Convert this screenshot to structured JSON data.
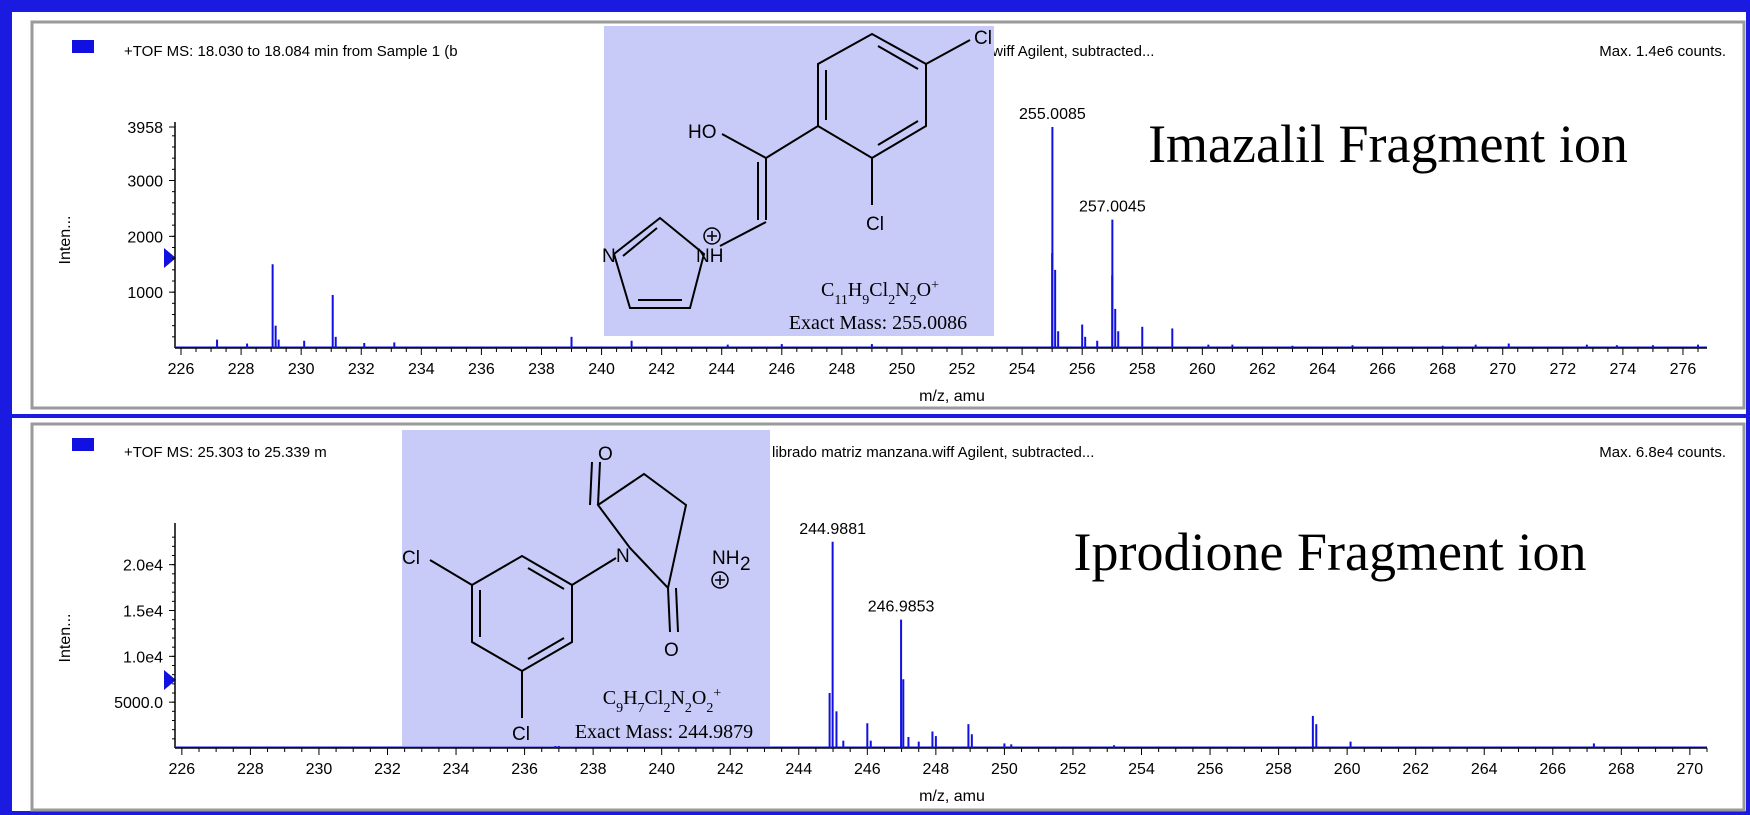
{
  "colors": {
    "accent": "#1a1ae0",
    "spectrum": "#1010e0",
    "structure_bg": "#c8cbf7",
    "panel_bg": "#ffffff"
  },
  "panels": [
    {
      "header": "+TOF MS: 18.030 to 18.084 min from Sample 1 (b",
      "header_tail": ".wiff Agilent, subtracted...",
      "max_label": "Max. 1.4e6 counts.",
      "big_label": "Imazalil Fragment ion",
      "formula_html": "C<tspan baseline-shift=\"sub\" font-size=\"14\">11</tspan>H<tspan baseline-shift=\"sub\" font-size=\"14\">9</tspan>Cl<tspan baseline-shift=\"sub\" font-size=\"14\">2</tspan>N<tspan baseline-shift=\"sub\" font-size=\"14\">2</tspan>O<tspan baseline-shift=\"super\" font-size=\"14\">+</tspan>",
      "exact_mass": "Exact Mass: 255.0086",
      "ylabel": "Inten...",
      "xlabel": "m/z, amu"
    },
    {
      "header": "+TOF MS: 25.303 to 25.339 m",
      "header_tail": "librado matriz manzana.wiff Agilent, subtracted...",
      "max_label": "Max. 6.8e4 counts.",
      "big_label": "Iprodione Fragment ion",
      "formula_html": "C<tspan baseline-shift=\"sub\" font-size=\"14\">9</tspan>H<tspan baseline-shift=\"sub\" font-size=\"14\">7</tspan>Cl<tspan baseline-shift=\"sub\" font-size=\"14\">2</tspan>N<tspan baseline-shift=\"sub\" font-size=\"14\">2</tspan>O<tspan baseline-shift=\"sub\" font-size=\"14\">2</tspan><tspan baseline-shift=\"super\" font-size=\"14\">+</tspan>",
      "exact_mass": "Exact Mass: 244.9879",
      "ylabel": "Inten...",
      "xlabel": "m/z, amu"
    }
  ],
  "chart_data": [
    {
      "type": "bar",
      "xlabel": "m/z, amu",
      "ylabel": "Inten...",
      "xlim": [
        225.8,
        276.8
      ],
      "ylim": [
        0,
        3958
      ],
      "x_ticks": [
        226,
        228,
        230,
        232,
        234,
        236,
        238,
        240,
        242,
        244,
        246,
        248,
        250,
        252,
        254,
        256,
        258,
        260,
        262,
        264,
        266,
        268,
        270,
        272,
        274,
        276
      ],
      "x_tick_labels": [
        "226",
        "228",
        "230",
        "232",
        "234",
        "236",
        "238",
        "240",
        "242",
        "244",
        "246",
        "248",
        "250",
        "252",
        "254",
        "256",
        "258",
        "260",
        "262",
        "264",
        "266",
        "268",
        "270",
        "272",
        "274",
        "276"
      ],
      "y_ticks": [
        1000,
        2000,
        3000,
        3958
      ],
      "y_tick_labels": [
        "1000",
        "2000",
        "3000",
        "3958"
      ],
      "peaks": [
        [
          227.2,
          150
        ],
        [
          228.2,
          80
        ],
        [
          229.05,
          1500
        ],
        [
          229.15,
          400
        ],
        [
          229.25,
          150
        ],
        [
          230.1,
          130
        ],
        [
          231.05,
          950
        ],
        [
          231.15,
          200
        ],
        [
          232.1,
          90
        ],
        [
          233.1,
          100
        ],
        [
          239.0,
          200
        ],
        [
          241.0,
          130
        ],
        [
          244.2,
          60
        ],
        [
          246.0,
          70
        ],
        [
          249.0,
          70
        ],
        [
          255.0,
          1700
        ],
        [
          255.0085,
          3958
        ],
        [
          255.1,
          1400
        ],
        [
          255.2,
          300
        ],
        [
          256.0,
          420
        ],
        [
          256.1,
          200
        ],
        [
          256.5,
          130
        ],
        [
          257.0,
          1300
        ],
        [
          257.0045,
          2300
        ],
        [
          257.1,
          700
        ],
        [
          257.2,
          300
        ],
        [
          258.0,
          380
        ],
        [
          259.0,
          350
        ],
        [
          260.2,
          60
        ],
        [
          261.0,
          60
        ],
        [
          263.0,
          40
        ],
        [
          265.0,
          50
        ],
        [
          268.0,
          40
        ],
        [
          269.1,
          60
        ],
        [
          270.2,
          80
        ],
        [
          272.8,
          60
        ],
        [
          273.8,
          50
        ],
        [
          275.0,
          50
        ],
        [
          276.5,
          60
        ]
      ],
      "peak_labels": [
        {
          "x": 255.0085,
          "y": 3958,
          "text": "255.0085"
        },
        {
          "x": 257.0045,
          "y": 2300,
          "text": "257.0045"
        }
      ]
    },
    {
      "type": "bar",
      "xlabel": "m/z, amu",
      "ylabel": "Inten...",
      "xlim": [
        225.8,
        270.5
      ],
      "ylim": [
        0,
        24000
      ],
      "x_ticks": [
        226,
        228,
        230,
        232,
        234,
        236,
        238,
        240,
        242,
        244,
        246,
        248,
        250,
        252,
        254,
        256,
        258,
        260,
        262,
        264,
        266,
        268,
        270
      ],
      "x_tick_labels": [
        "226",
        "228",
        "230",
        "232",
        "234",
        "236",
        "238",
        "240",
        "242",
        "244",
        "246",
        "248",
        "250",
        "252",
        "254",
        "256",
        "258",
        "260",
        "262",
        "264",
        "266",
        "268",
        "270"
      ],
      "y_ticks": [
        5000,
        10000,
        15000,
        20000
      ],
      "y_tick_labels": [
        "5000.0",
        "1.0e4",
        "1.5e4",
        "2.0e4"
      ],
      "peaks": [
        [
          236.9,
          400
        ],
        [
          237.0,
          300
        ],
        [
          244.9,
          6000
        ],
        [
          244.9881,
          22500
        ],
        [
          245.1,
          4000
        ],
        [
          245.3,
          800
        ],
        [
          246.0,
          2700
        ],
        [
          246.1,
          800
        ],
        [
          246.9853,
          14000
        ],
        [
          247.05,
          7500
        ],
        [
          247.2,
          1200
        ],
        [
          247.5,
          700
        ],
        [
          247.9,
          1800
        ],
        [
          248.0,
          1300
        ],
        [
          248.95,
          2600
        ],
        [
          249.05,
          1500
        ],
        [
          250.0,
          500
        ],
        [
          250.2,
          400
        ],
        [
          253.2,
          300
        ],
        [
          259.0,
          3500
        ],
        [
          259.1,
          2600
        ],
        [
          260.1,
          700
        ],
        [
          267.2,
          500
        ]
      ],
      "peak_labels": [
        {
          "x": 244.9881,
          "y": 22500,
          "text": "244.9881"
        },
        {
          "x": 246.9853,
          "y": 14000,
          "text": "246.9853"
        }
      ]
    }
  ]
}
